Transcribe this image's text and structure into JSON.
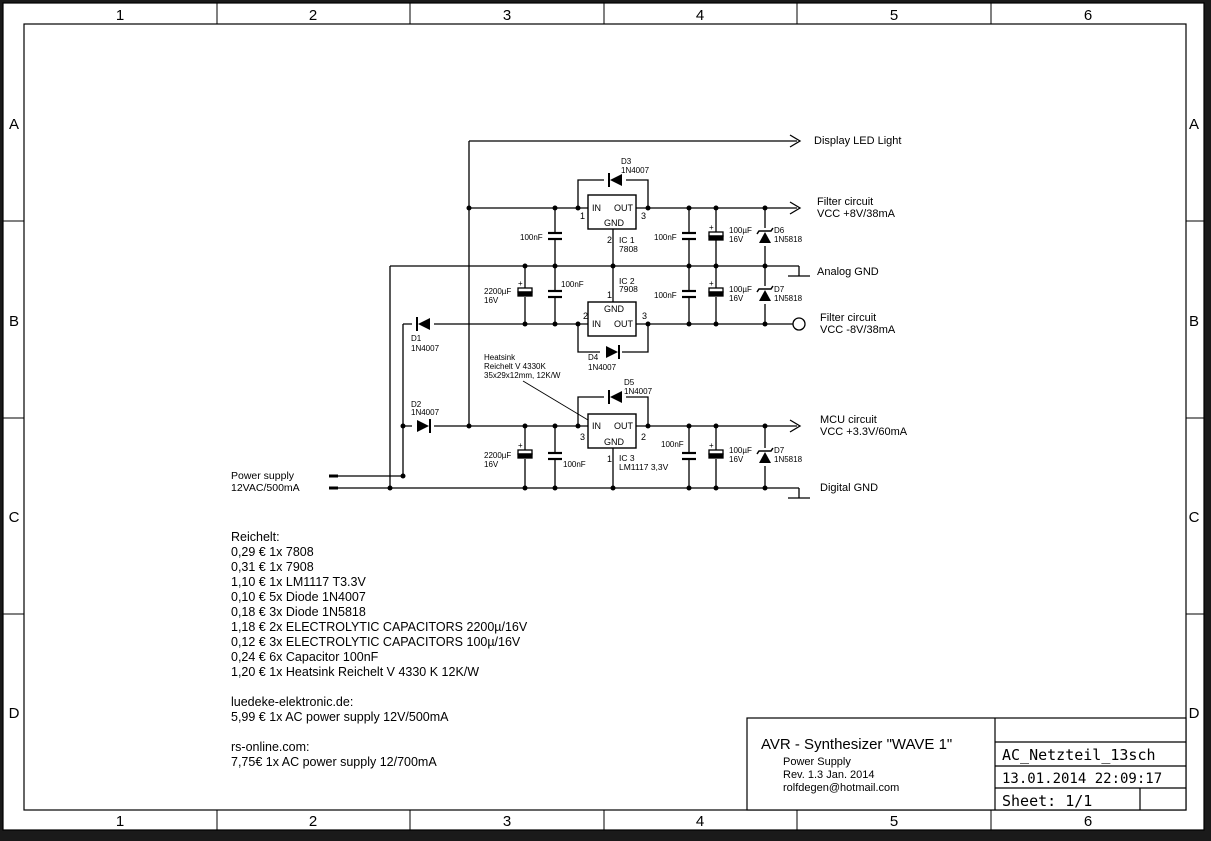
{
  "frame": {
    "cols": [
      "1",
      "2",
      "3",
      "4",
      "5",
      "6"
    ],
    "rows": [
      "A",
      "B",
      "C",
      "D"
    ]
  },
  "signals": {
    "display_led": "Display LED Light",
    "filter_pos_1": "Filter circuit",
    "filter_pos_2": "VCC +8V/38mA",
    "analog_gnd": "Analog GND",
    "filter_neg_1": "Filter circuit",
    "filter_neg_2": "VCC -8V/38mA",
    "mcu_1": "MCU circuit",
    "mcu_2": "VCC +3.3V/60mA",
    "digital_gnd": "Digital GND",
    "power_1": "Power supply",
    "power_2": "12VAC/500mA"
  },
  "components": {
    "ic1": {
      "ref": "IC 1",
      "value": "7808",
      "in": "IN",
      "out": "OUT",
      "gnd": "GND",
      "p1": "1",
      "p2": "2",
      "p3": "3"
    },
    "ic2": {
      "ref": "IC 2",
      "value": "7908",
      "in": "IN",
      "out": "OUT",
      "gnd": "GND",
      "p1": "1",
      "p2": "2",
      "p3": "3"
    },
    "ic3": {
      "ref": "IC 3",
      "value": "LM1117 3,3V",
      "in": "IN",
      "out": "OUT",
      "gnd": "GND",
      "p1": "1",
      "p2": "2",
      "p3": "3"
    },
    "d1": {
      "ref": "D1",
      "value": "1N4007"
    },
    "d2": {
      "ref": "D2",
      "value": "1N4007"
    },
    "d3": {
      "ref": "D3",
      "value": "1N4007"
    },
    "d4": {
      "ref": "D4",
      "value": "1N4007"
    },
    "d5": {
      "ref": "D5",
      "value": "1N4007"
    },
    "d6": {
      "ref": "D6",
      "value": "1N5818"
    },
    "d7a": {
      "ref": "D7",
      "value": "1N5818"
    },
    "d7b": {
      "ref": "D7",
      "value": "1N5818"
    },
    "c100n": "100nF",
    "c100u_1": "100µF",
    "c100u_2": "16V",
    "c2200_1": "2200µF",
    "c2200_2": "16V",
    "plus": "+",
    "heatsink": [
      "Heatsink",
      "Reichelt V 4330K",
      "35x29x12mm, 12K/W"
    ]
  },
  "bom": [
    "Reichelt:",
    "0,29 €  1x 7808",
    "0,31 €  1x 7908",
    "1,10 €  1x LM1117 T3.3V",
    "0,10 €  5x Diode 1N4007",
    "0,18 €  3x Diode 1N5818",
    "1,18 €  2x ELECTROLYTIC CAPACITORS 2200µ/16V",
    "0,12 €  3x ELECTROLYTIC CAPACITORS 100µ/16V",
    "0,24 €  6x Capacitor 100nF",
    "1,20 €  1x Heatsink Reichelt V 4330 K 12K/W",
    "",
    "luedeke-elektronic.de:",
    "5,99 €  1x AC power supply 12V/500mA",
    "",
    "rs-online.com:",
    "7,75€  1x AC power supply 12/700mA"
  ],
  "title_block": {
    "title": "AVR - Synthesizer \"WAVE 1\"",
    "sub1": "Power Supply",
    "sub2": "Rev. 1.3  Jan. 2014",
    "sub3": "rolfdegen@hotmail.com",
    "file": "AC_Netzteil_13sch",
    "date": "13.01.2014  22:09:17",
    "sheet": "Sheet: 1/1"
  }
}
